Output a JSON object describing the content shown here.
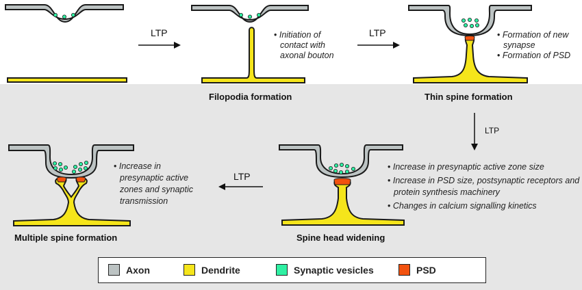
{
  "colors": {
    "axon": "#bcc3c3",
    "dendrite": "#f5e51b",
    "vesicles": "#2ff0a3",
    "psd": "#f2520f",
    "panel_bg": "#e6e6e6",
    "outline": "#1a1a1a"
  },
  "stages": [
    {
      "id": "initial",
      "caption": "",
      "bullets": []
    },
    {
      "id": "filopodia",
      "caption": "Filopodia formation",
      "bullets": [
        "Initiation of contact with axonal bouton"
      ]
    },
    {
      "id": "thin-spine",
      "caption": "Thin spine formation",
      "bullets": [
        "Formation of new synapse",
        "Formation of PSD"
      ]
    },
    {
      "id": "spine-head",
      "caption": "Spine head widening",
      "bullets": [
        "Increase in presynaptic active zone size",
        "Increase in PSD size, postsynaptic receptors and protein synthesis machinery",
        "Changes in calcium signalling kinetics"
      ]
    },
    {
      "id": "multiple-spine",
      "caption": "Multiple spine formation",
      "bullets": [
        "Increase in presynaptic active zones and synaptic transmission"
      ]
    }
  ],
  "arrows": [
    {
      "label": "LTP",
      "from": "initial",
      "to": "filopodia"
    },
    {
      "label": "LTP",
      "from": "filopodia",
      "to": "thin-spine"
    },
    {
      "label": "LTP",
      "from": "thin-spine",
      "to": "spine-head"
    },
    {
      "label": "LTP",
      "from": "spine-head",
      "to": "multiple-spine"
    }
  ],
  "legend": [
    {
      "label": "Axon",
      "color": "#bcc3c3"
    },
    {
      "label": "Dendrite",
      "color": "#f5e51b"
    },
    {
      "label": "Synaptic vesicles",
      "color": "#2ff0a3"
    },
    {
      "label": "PSD",
      "color": "#f2520f"
    }
  ]
}
